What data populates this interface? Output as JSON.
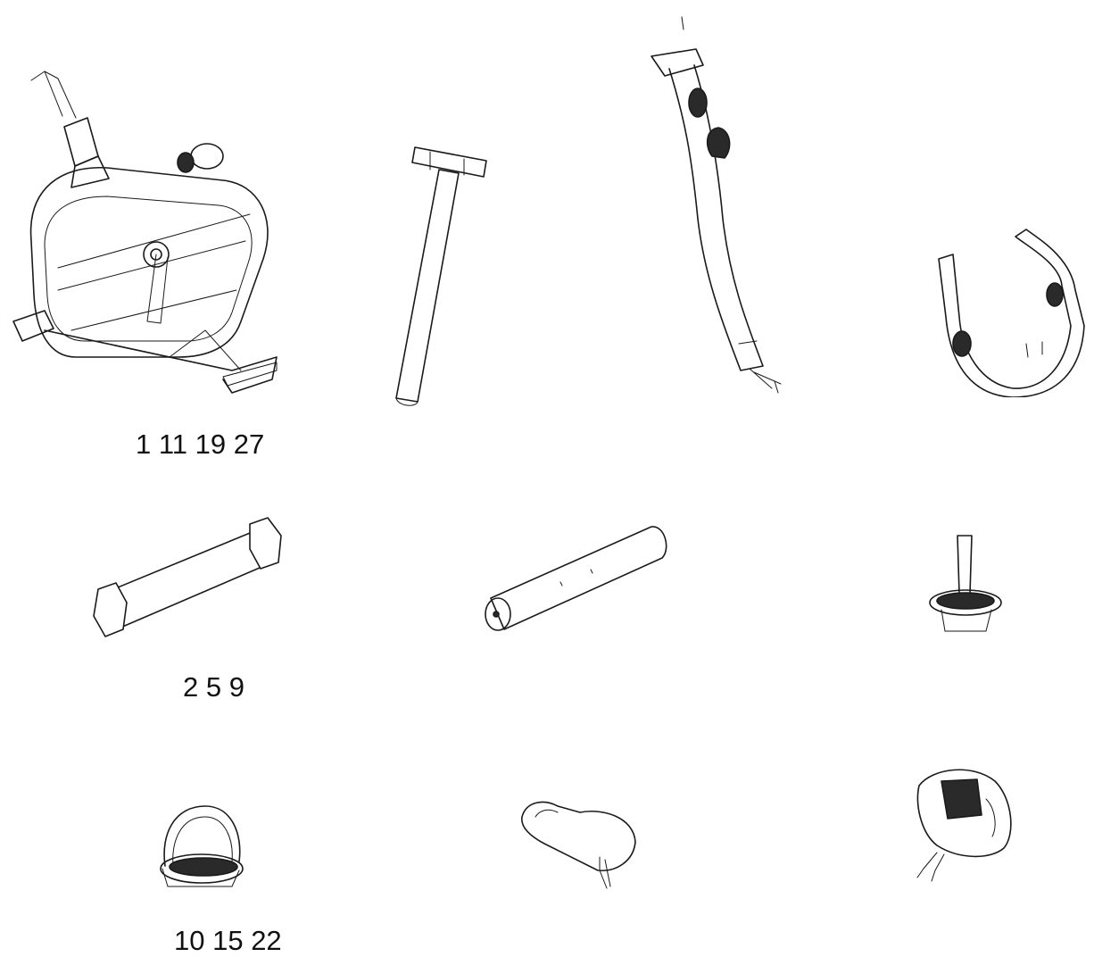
{
  "labels": {
    "group_1": "1 11 19 27",
    "group_2": "2 5 9",
    "group_3": "10 15 22"
  },
  "parts": [
    {
      "icon": "bike-main-frame-icon"
    },
    {
      "icon": "seat-post-icon"
    },
    {
      "icon": "handlebar-post-icon"
    },
    {
      "icon": "handlebar-icon"
    },
    {
      "icon": "front-stabilizer-icon"
    },
    {
      "icon": "rear-stabilizer-icon"
    },
    {
      "icon": "right-pedal-icon"
    },
    {
      "icon": "left-pedal-icon"
    },
    {
      "icon": "saddle-icon"
    },
    {
      "icon": "console-icon"
    }
  ]
}
